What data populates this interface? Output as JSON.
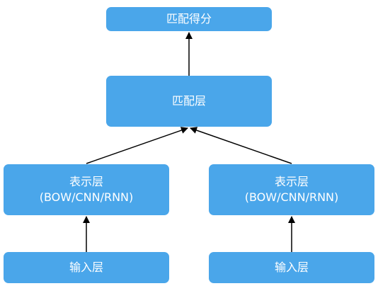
{
  "nodes": {
    "score": "匹配得分",
    "match": "匹配层",
    "rep_left": {
      "line1": "表示层",
      "line2": "(BOW/CNN/RNN)"
    },
    "rep_right": {
      "line1": "表示层",
      "line2": "(BOW/CNN/RNN)"
    },
    "input_left": "输入层",
    "input_right": "输入层"
  },
  "colors": {
    "node_fill": "#4aa6ea",
    "node_text": "#ffffff",
    "arrow": "#000000"
  }
}
